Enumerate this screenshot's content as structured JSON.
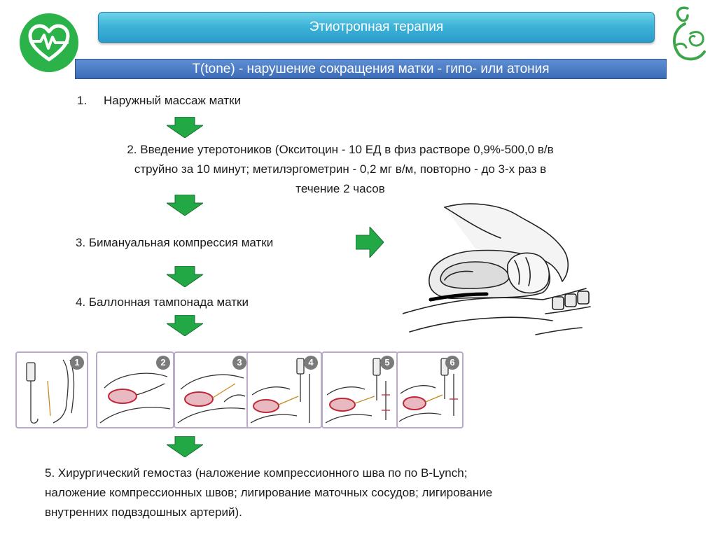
{
  "header": {
    "title": "Этиотропная терапия",
    "subtitle": "T(tone) - нарушение сокращения матки - гипо- или атония"
  },
  "steps": {
    "s1_num": "1.",
    "s1_text": "Наружный массаж матки",
    "s2_line1": "2. Введение утеротоников (Окситоцин - 10 ЕД в физ  растворе 0,9%-500,0 в/в",
    "s2_line2": "струйно за 10 минут; метилэргометрин - 0,2 мг в/м, повторно -  до 3-х раз в",
    "s2_line3": "течение 2 часов",
    "s3_text": "3. Бимануальная компрессия матки",
    "s4_text": "4. Баллонная тампонада матки",
    "s5_line1": "5. Хирургический гемостаз (наложение компрессионного шва по по B-Lynch;",
    "s5_line2": "наложение компрессионных швов;  лигирование маточных сосудов; лигирование",
    "s5_line3": "внутренних подвздошных артерий)."
  },
  "panels": [
    "1",
    "2",
    "3",
    "4",
    "5",
    "6"
  ],
  "colors": {
    "title_bar": "#3eb4d8",
    "subtitle_bar": "#4a7cc4",
    "arrow": "#22a845",
    "logo": "#2bb34a"
  },
  "icons": {
    "logo": "heart-pulse-icon",
    "corner": "mother-child-icon"
  }
}
